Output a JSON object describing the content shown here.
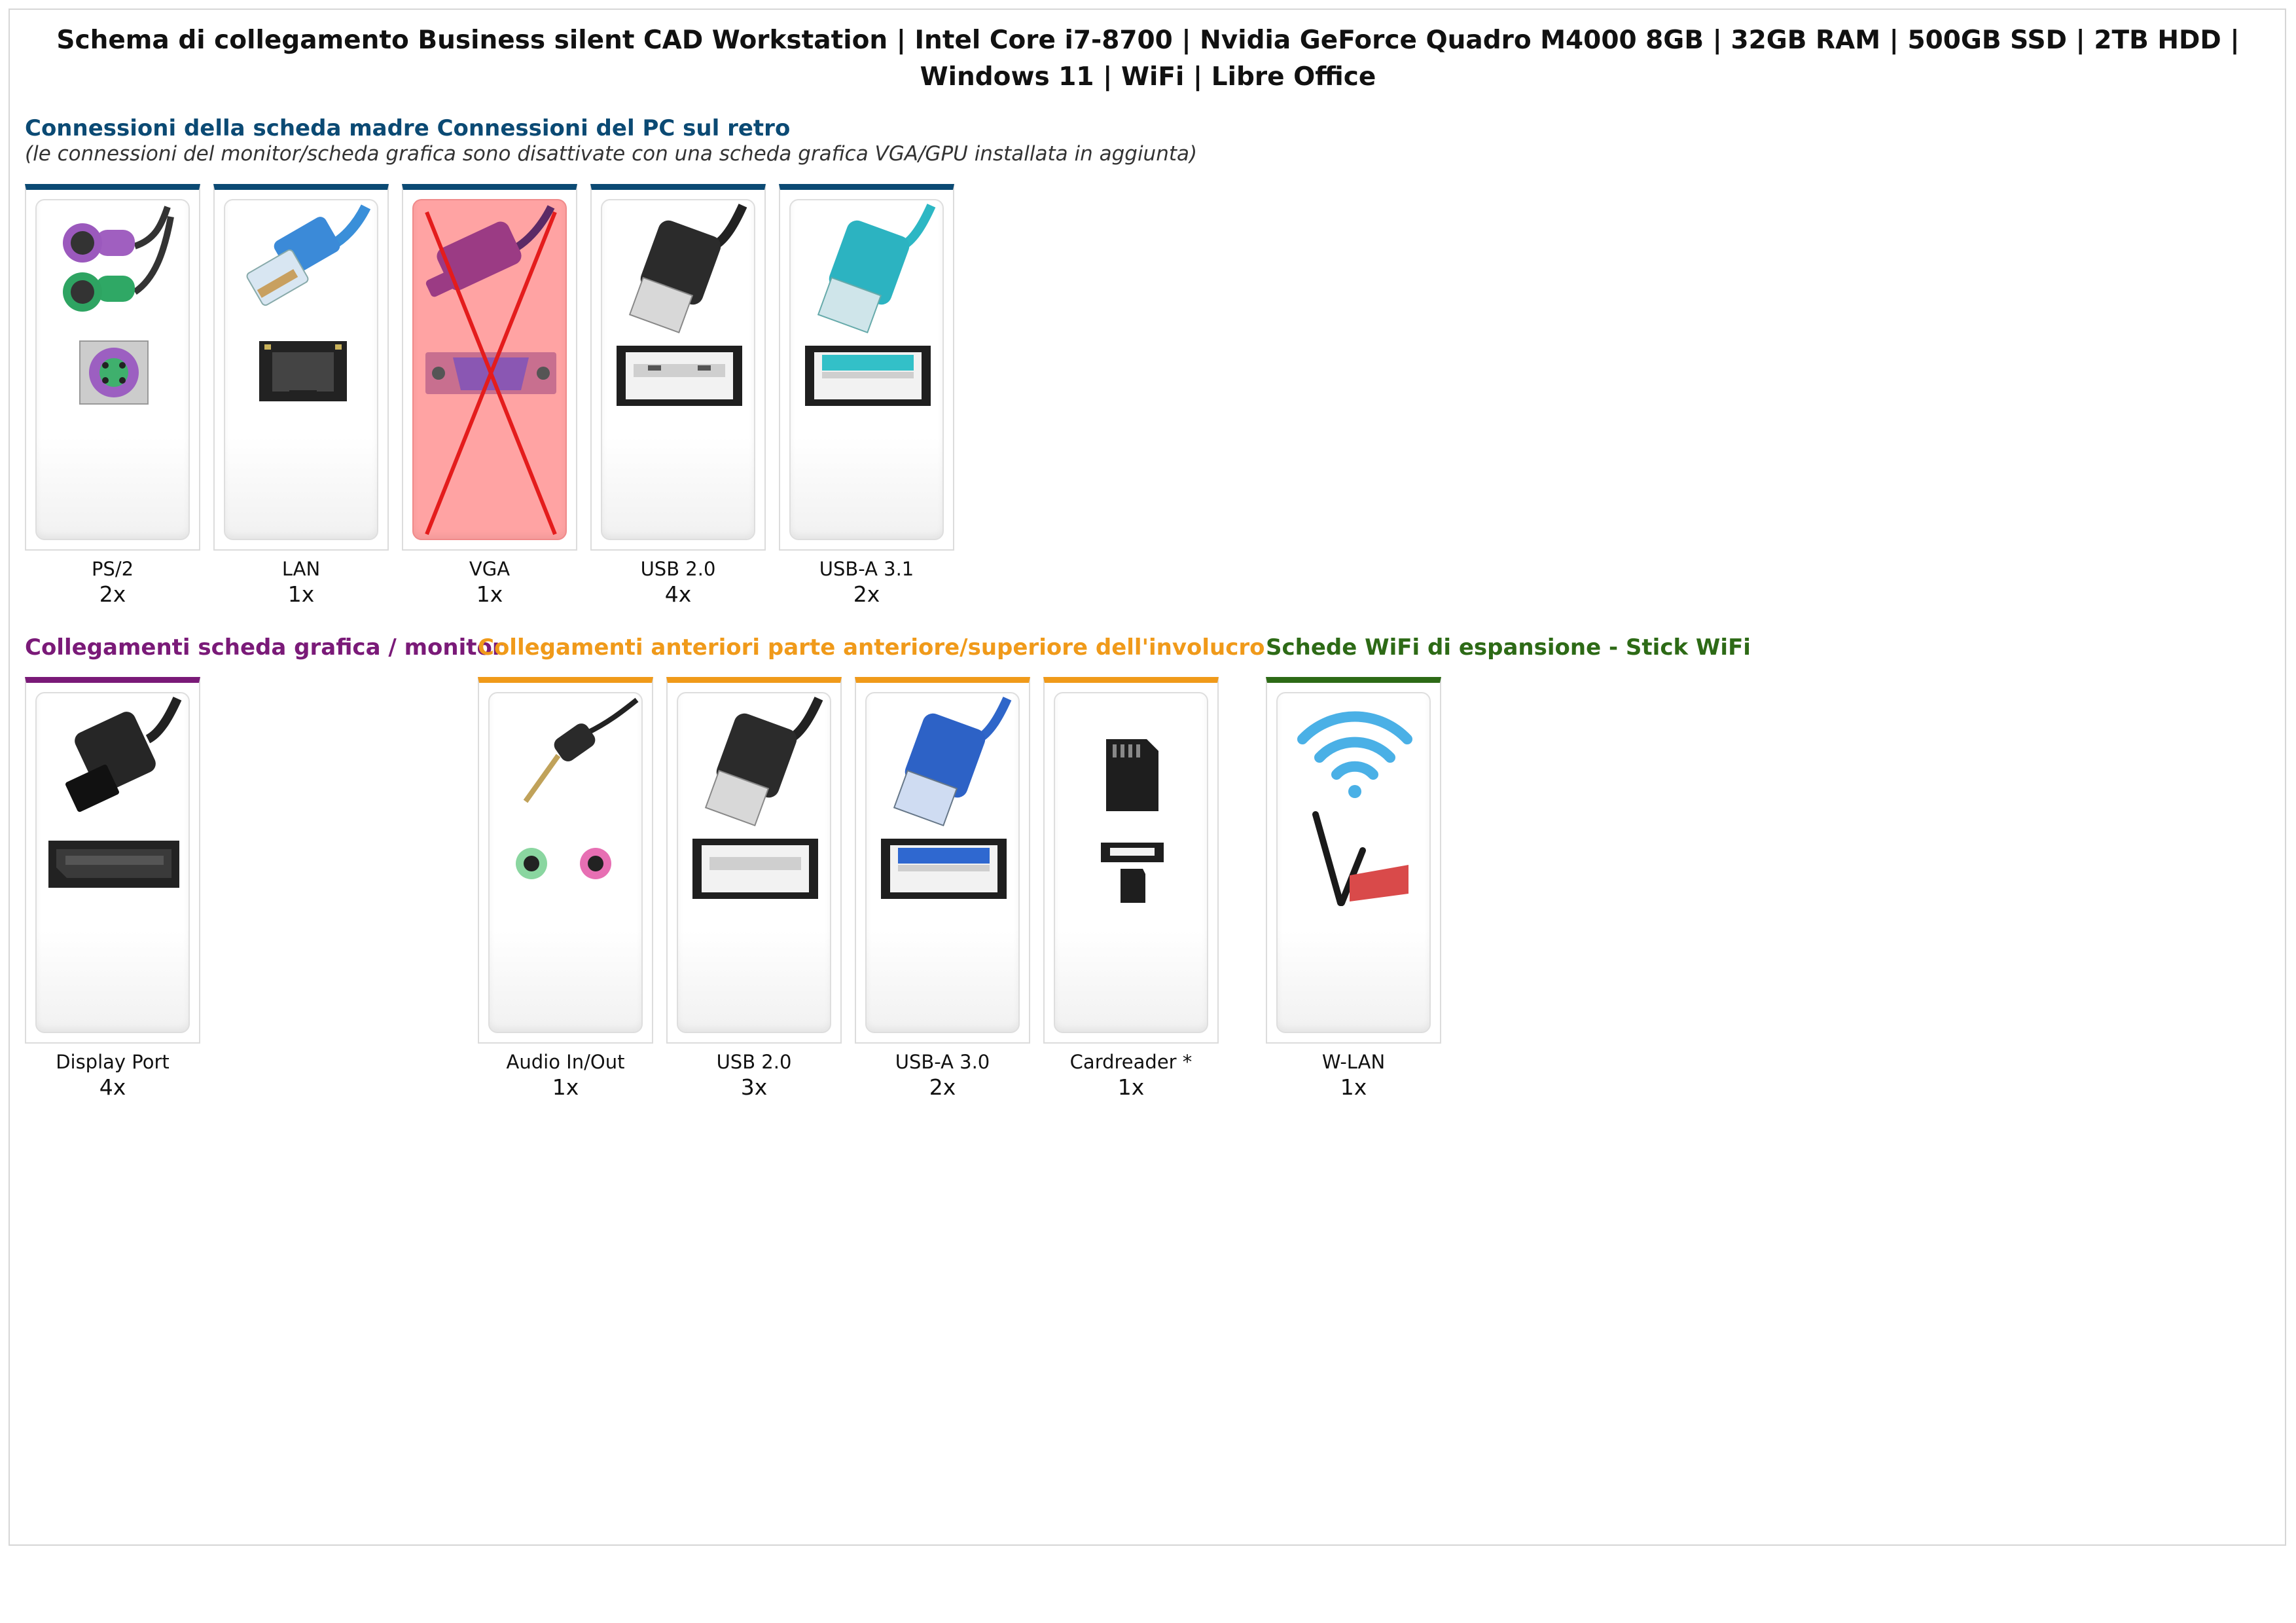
{
  "title": "Schema di collegamento Business silent CAD Workstation | Intel Core i7-8700 | Nvidia GeForce Quadro M4000 8GB | 32GB RAM | 500GB SSD | 2TB HDD | Windows 11 | WiFi | Libre Office",
  "colors": {
    "motherboard": "#0b4a74",
    "graphics": "#7a1a78",
    "front": "#f09a1a",
    "wifi": "#2d6a16",
    "disabled_fill": "#ffa3a3",
    "disabled_cross": "#e41c1c"
  },
  "sections": {
    "motherboard": {
      "heading": "Connessioni della scheda madre Connessioni del PC sul retro",
      "note": "(le connessioni del monitor/scheda grafica sono disattivate con una scheda grafica VGA/GPU installata in aggiunta)",
      "ports": [
        {
          "label": "PS/2",
          "count": "2x",
          "icon": "ps2-connector-icon"
        },
        {
          "label": "LAN",
          "count": "1x",
          "icon": "lan-rj45-icon"
        },
        {
          "label": "VGA",
          "count": "1x",
          "icon": "vga-connector-icon",
          "disabled": true
        },
        {
          "label": "USB 2.0",
          "count": "4x",
          "icon": "usb-2-icon"
        },
        {
          "label": "USB-A 3.1",
          "count": "2x",
          "icon": "usb-a-31-icon"
        }
      ]
    },
    "graphics": {
      "heading": "Collegamenti scheda grafica / monitor",
      "ports": [
        {
          "label": "Display Port",
          "count": "4x",
          "icon": "displayport-icon"
        }
      ]
    },
    "front": {
      "heading": "Collegamenti anteriori parte anteriore/superiore dell'involucro",
      "ports": [
        {
          "label": "Audio In/Out",
          "count": "1x",
          "icon": "audio-jack-icon"
        },
        {
          "label": "USB 2.0",
          "count": "3x",
          "icon": "usb-2-icon"
        },
        {
          "label": "USB-A 3.0",
          "count": "2x",
          "icon": "usb-a-30-icon"
        },
        {
          "label": "Cardreader *",
          "count": "1x",
          "icon": "cardreader-icon"
        }
      ]
    },
    "wifi": {
      "heading": "Schede WiFi di espansione - Stick WiFi",
      "ports": [
        {
          "label": "W-LAN",
          "count": "1x",
          "icon": "wlan-antenna-icon"
        }
      ]
    }
  }
}
